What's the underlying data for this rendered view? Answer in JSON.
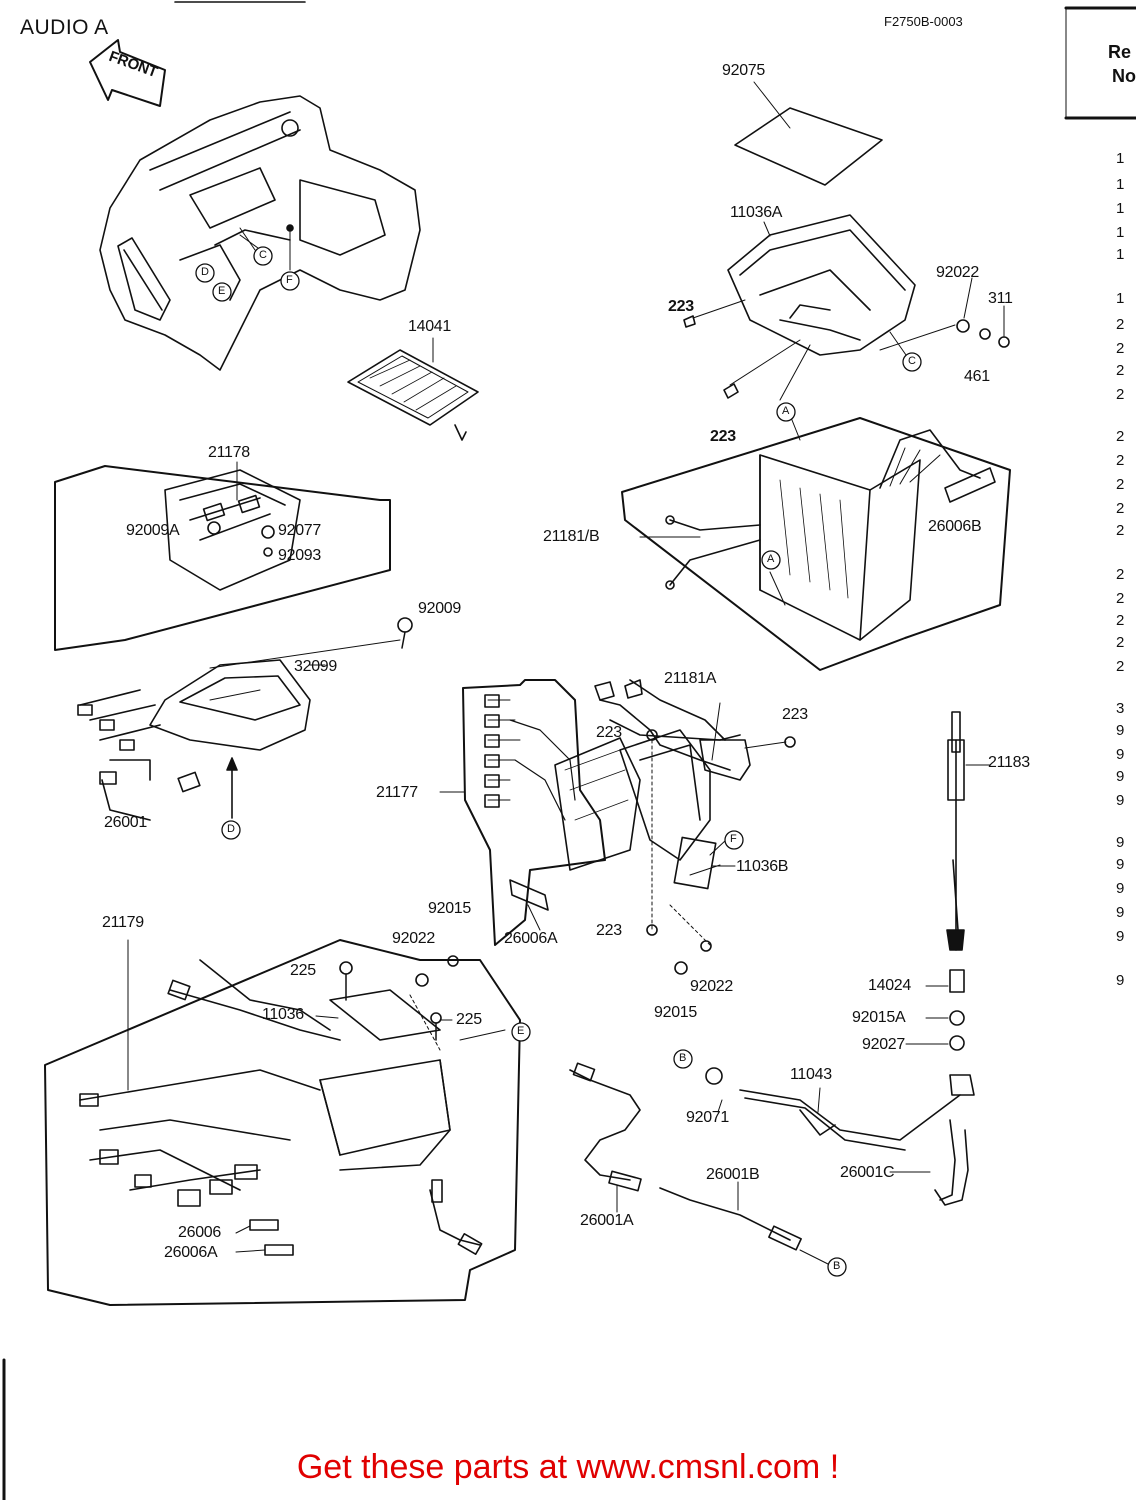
{
  "title": "AUDIO A",
  "drawing_id": "F2750B-0003",
  "front_label": "FRONT",
  "ref_header": [
    "Re",
    "No"
  ],
  "ref_partial_rows": [
    "1",
    "1",
    "1",
    "1",
    "1",
    "1",
    "2",
    "2",
    "2",
    "2",
    "2",
    "2",
    "2",
    "2",
    "2",
    "2",
    "2",
    "2",
    "2",
    "2",
    "3",
    "9",
    "9",
    "9",
    "9",
    "9",
    "9",
    "9",
    "9",
    "9",
    "9"
  ],
  "part_labels": {
    "p92075": "92075",
    "p11036A": "11036A",
    "p92022_top": "92022",
    "p311": "311",
    "p223_a": "223",
    "p223_b": "223",
    "p461": "461",
    "p14041": "14041",
    "p21178": "21178",
    "p92009A": "92009A",
    "p92077": "92077",
    "p92093": "92093",
    "p92009": "92009",
    "p21181B": "21181/B",
    "p26006B": "26006B",
    "p32099": "32099",
    "p26001": "26001",
    "p21181A": "21181A",
    "p223_c": "223",
    "p223_d": "223",
    "p21177": "21177",
    "p21183": "21183",
    "p11036B": "11036B",
    "p92015_a": "92015",
    "p92022_mid": "92022",
    "p26006A_mid": "26006A",
    "p223_e": "223",
    "p92022_low": "92022",
    "p92015_b": "92015",
    "p21179": "21179",
    "p225_a": "225",
    "p11036": "11036",
    "p225_b": "225",
    "p14024": "14024",
    "p92015A": "92015A",
    "p92027": "92027",
    "p11043": "11043",
    "p92071": "92071",
    "p26001C": "26001C",
    "p26001B": "26001B",
    "p26001A": "26001A",
    "p26006": "26006",
    "p26006A_low": "26006A"
  },
  "callouts": {
    "A": "A",
    "B": "B",
    "C": "C",
    "D": "D",
    "E": "E",
    "F": "F"
  },
  "footer": "Get these parts at www.cmsnl.com !"
}
